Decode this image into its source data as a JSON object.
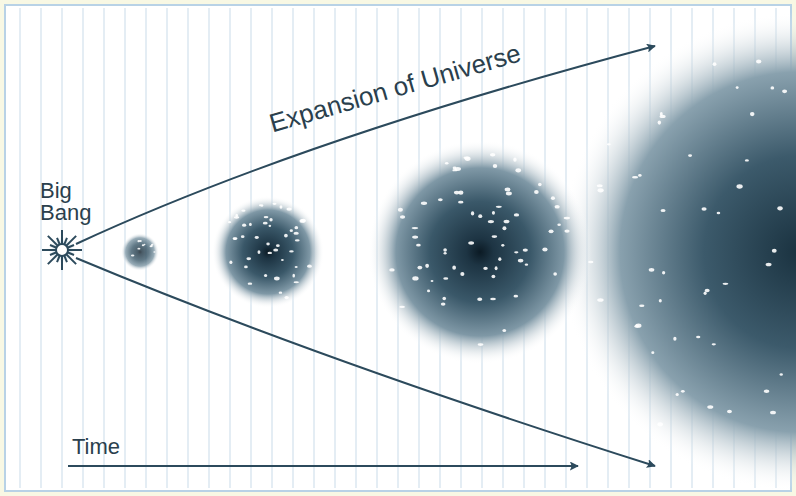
{
  "diagram": {
    "labels": [
      "Big Bang",
      "Expansion of Universe",
      "Time"
    ]
  }
}
